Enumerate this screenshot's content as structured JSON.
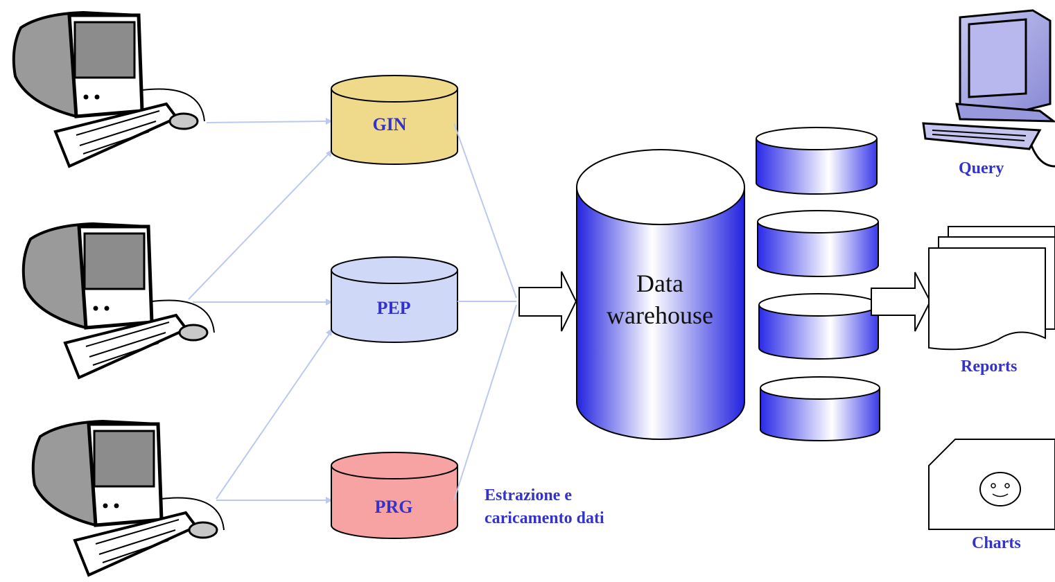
{
  "sources": [
    {
      "id": "gin",
      "label": "GIN",
      "color": "#efd98a"
    },
    {
      "id": "pep",
      "label": "PEP",
      "color": "#cfd8f7"
    },
    {
      "id": "prg",
      "label": "PRG",
      "color": "#f7a3a3"
    }
  ],
  "etl_label": {
    "line1": "Estrazione e",
    "line2": "caricamento dati"
  },
  "warehouse": {
    "line1": "Data",
    "line2": "warehouse",
    "color": "#2a2ae8"
  },
  "outputs": {
    "query": "Query",
    "reports": "Reports",
    "charts": "Charts"
  },
  "colors": {
    "label_text": "#3333cc",
    "connector": "#bcc8f0",
    "datamart": "#2a2ae8"
  }
}
